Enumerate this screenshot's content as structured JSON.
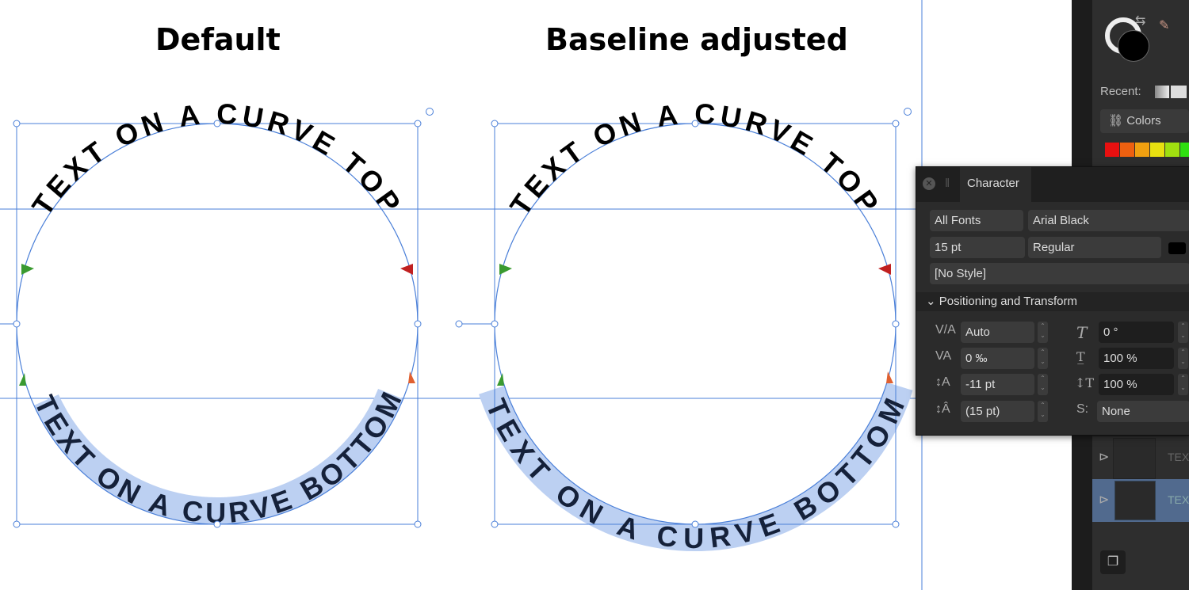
{
  "canvas": {
    "title_left": "Default",
    "title_right": "Baseline adjusted",
    "curve_top_text": "TEXT ON A CURVE TOP",
    "curve_bottom_text": "TEXT ON A CURVE BOTTOM",
    "guide_color": "#4a7fd8",
    "highlight_color": "#bcd0f2"
  },
  "color_panel": {
    "recent_label": "Recent:",
    "colors_button": "Colors",
    "swatches": [
      "#e81010",
      "#ee6010",
      "#f0a010",
      "#e8e010",
      "#a0e010",
      "#30e010"
    ]
  },
  "character_panel": {
    "tab": "Character",
    "font_collection": "All Fonts",
    "font_family": "Arial Black",
    "font_size": "15 pt",
    "font_style": "Regular",
    "text_style": "[No Style]",
    "section": "Positioning and Transform",
    "kerning": "Auto",
    "tracking": "0 ‰",
    "baseline": "-11 pt",
    "leading": "(15 pt)",
    "shear": "0 °",
    "h_scale": "100 %",
    "v_scale": "100 %",
    "superscript": "None"
  },
  "layers": {
    "row_text": "TEX"
  }
}
